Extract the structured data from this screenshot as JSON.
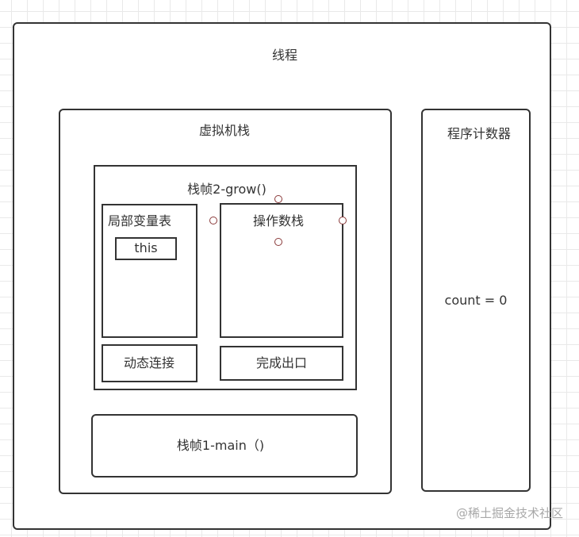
{
  "thread": {
    "title": "线程"
  },
  "jvm_stack": {
    "title": "虚拟机栈"
  },
  "frame2": {
    "title": "栈帧2-grow()",
    "local_vars": {
      "title": "局部变量表",
      "item": "this"
    },
    "operand_stack": {
      "title": "操作数栈"
    },
    "dynamic_link": "动态连接",
    "return_address": "完成出口"
  },
  "frame1": {
    "title": "栈帧1-main（)"
  },
  "pc_register": {
    "title": "程序计数器",
    "value": "count = 0"
  },
  "watermark": "@稀土掘金技术社区"
}
